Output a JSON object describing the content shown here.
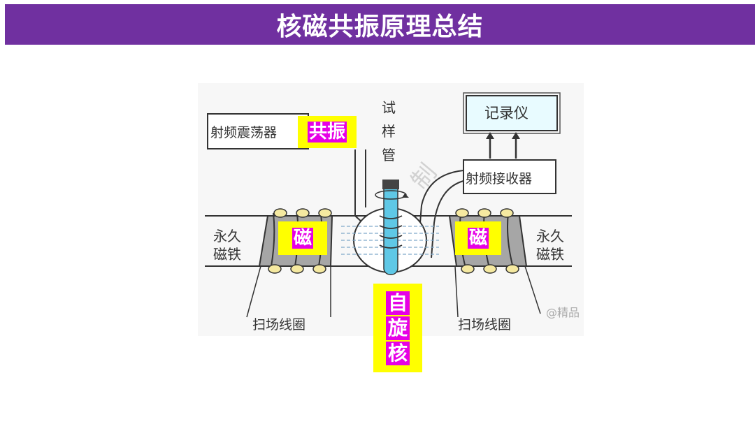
{
  "title": "核磁共振原理总结",
  "diagram": {
    "rf_oscillator": "射频震荡器",
    "sample_tube_chars": [
      "试",
      "样",
      "管"
    ],
    "recorder": "记录仪",
    "rf_receiver": "射频接收器",
    "magnet_left_chars": [
      "永久",
      "磁铁"
    ],
    "magnet_right_chars": [
      "永久",
      "磁铁"
    ],
    "sweep_coil_left": "扫场线圈",
    "sweep_coil_right": "扫场线圈",
    "watermark_corner": "@精品",
    "watermark_diagonal": "制",
    "colors": {
      "title_bar": "#7030a0",
      "tag_bg": "#ffff00",
      "tag_text_bg": "#e600e6",
      "magnet": "#a6a6a6",
      "tube": "#5fc8e6",
      "recorder_bg": "#e8fbff"
    }
  },
  "annotations": {
    "resonance": "共振",
    "magnet_left": "磁",
    "magnet_right": "磁",
    "spin_chars": [
      "自",
      "旋",
      "核"
    ]
  }
}
